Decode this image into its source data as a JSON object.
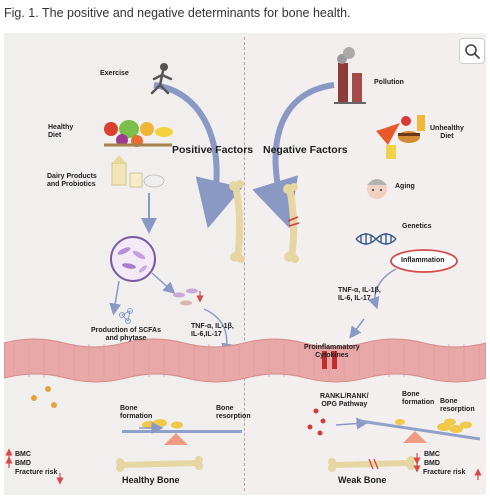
{
  "caption": "Fig. 1. The positive and negative determinants for bone health.",
  "icons": {
    "zoom": "magnify-icon"
  },
  "colors": {
    "arrow": "#8a98c4",
    "gut_wall": "#e9a8a8",
    "bone": "#e8d9a5",
    "fulcrum": "#ef9a82",
    "inflammation": "#d84c4c"
  },
  "left": {
    "exercise": "Exercise",
    "healthy_diet": "Healthy\nDiet",
    "dairy": "Dairy Products\nand Probiotics",
    "heading": "Positive Factors",
    "scfa": "Production of SCFAs\nand phytase",
    "cytokines": "TNF-α, IL-1β,\nIL-6,IL-17",
    "bone_formation": "Bone\nformation",
    "bone_resorption": "Bone\nresorption",
    "outcome_bmc": "BMC",
    "outcome_bmd": "BMD",
    "outcome_fracture": "Fracture risk",
    "result": "Healthy Bone"
  },
  "right": {
    "pollution": "Pollution",
    "unhealthy_diet": "Unhealthy\nDiet",
    "heading": "Negative Factors",
    "aging": "Aging",
    "genetics": "Genetics",
    "inflammation": "Inflammation",
    "cytokines": "TNF-α, IL-1β,\nIL-6, IL-17",
    "proinflammatory": "Proinflammatory\nCytokines",
    "pathway": "RANKL/RANK/\nOPG Pathway",
    "bone_formation": "Bone\nformation",
    "bone_resorption": "Bone\nresorption",
    "outcome_bmc": "BMC",
    "outcome_bmd": "BMD",
    "outcome_fracture": "Fracture risk",
    "result": "Weak Bone"
  }
}
